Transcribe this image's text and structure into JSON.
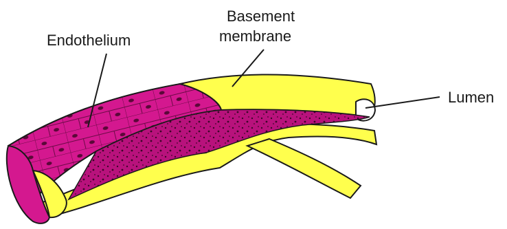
{
  "labels": {
    "endothelium": "Endothelium",
    "basement_line1": "Basement",
    "basement_line2": "membrane",
    "lumen": "Lumen"
  },
  "colors": {
    "basement_membrane": "#ffff4d",
    "endothelium": "#d4188f",
    "endothelium_dark": "#8c0a5c",
    "outline": "#1a1a1a"
  }
}
